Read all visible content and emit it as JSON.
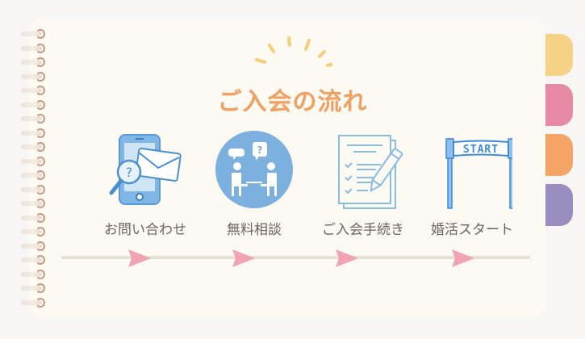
{
  "title": "ご入会の流れ",
  "steps": [
    {
      "label": "お問い合わせ",
      "icon": "phone-mail-search-icon"
    },
    {
      "label": "無料相談",
      "icon": "consultation-icon"
    },
    {
      "label": "ご入会手続き",
      "icon": "document-pencil-icon"
    },
    {
      "label": "婚活スタート",
      "icon": "start-gate-icon"
    }
  ],
  "start_banner_text": "START",
  "colors": {
    "title": "#f0a060",
    "icon_blue": "#6aabe0",
    "arrow_pink": "#f2a3b3",
    "tabs": [
      "#f6d287",
      "#e78aa8",
      "#f4a566",
      "#9a8ec0"
    ]
  }
}
